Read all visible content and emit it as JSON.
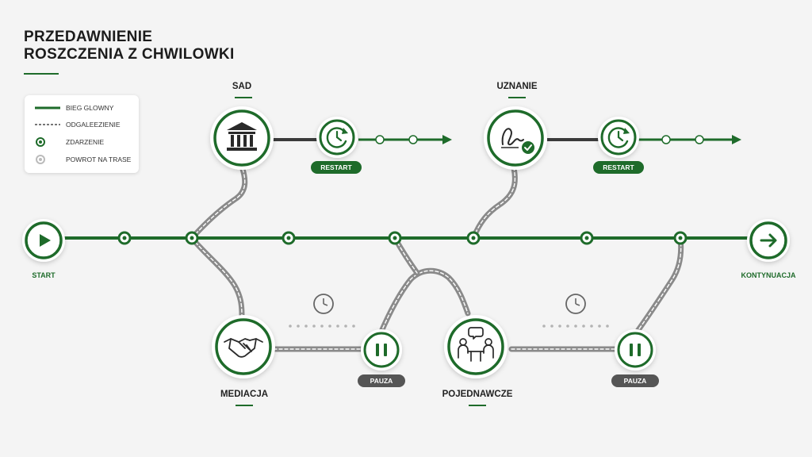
{
  "title": {
    "line1": "PRZEDAWNIENIE",
    "line2": "ROSZCZENIA Z CHWILOWKI"
  },
  "legend": {
    "main_route": "BIEG GLOWNY",
    "branch": "ODGALEEZIENIE",
    "event": "ZDARZENIE",
    "return": "POWROT NA TRASE"
  },
  "nodes": {
    "sad": "SAD",
    "uznanie": "UZNANIE",
    "mediacja": "MEDIACJA",
    "pojednawcze": "POJEDNAWCZE"
  },
  "badges": {
    "restart": "RESTART",
    "pauza": "PAUZA"
  },
  "endpoints": {
    "start": "START",
    "end": "KONTYNUACJA"
  },
  "colors": {
    "primary": "#1e6b2a",
    "branch": "#8a8a8a",
    "pause": "#555555",
    "background": "#f4f4f4"
  }
}
